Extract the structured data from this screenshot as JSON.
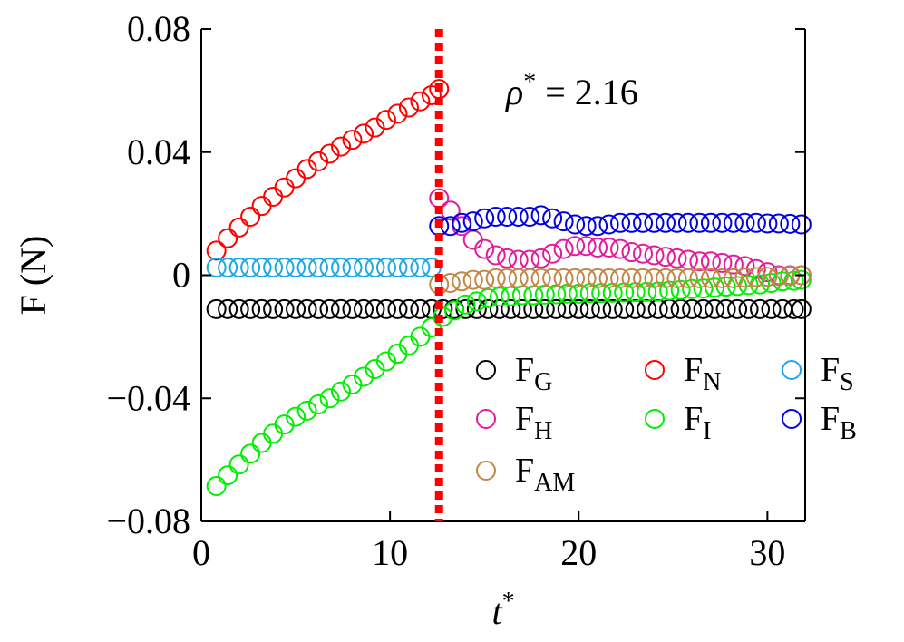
{
  "chart_data": {
    "type": "scatter",
    "xlabel": "t",
    "xlabel_superscript": "*",
    "ylabel": "F (N)",
    "xlim": [
      0,
      32
    ],
    "ylim": [
      -0.08,
      0.08
    ],
    "xticks": [
      0,
      10,
      20,
      30
    ],
    "xtick_labels": [
      "0",
      "10",
      "20",
      "30"
    ],
    "yticks": [
      -0.08,
      -0.04,
      0,
      0.04,
      0.08
    ],
    "ytick_labels": [
      "−0.08",
      "−0.04",
      "0",
      "0.04",
      "0.08"
    ],
    "grid": false,
    "annotation": {
      "symbol": "ρ",
      "superscript": "*",
      "text": " = 2.16"
    },
    "vline": {
      "x": 12.6,
      "color": "#ff0000",
      "style": "dotted"
    },
    "legend_position": "lower-right, inside plot",
    "legend_columns": 3,
    "series": [
      {
        "key": "G",
        "main": "F",
        "sub": "G",
        "color": "#000000",
        "x": [
          0.8,
          1.4,
          2.0,
          2.6,
          3.2,
          3.8,
          4.4,
          5.0,
          5.6,
          6.2,
          6.8,
          7.4,
          8.0,
          8.6,
          9.2,
          9.8,
          10.4,
          11.0,
          11.6,
          12.2,
          12.8,
          13.4,
          14.0,
          14.6,
          15.2,
          15.8,
          16.4,
          17.0,
          17.6,
          18.2,
          18.8,
          19.4,
          20.0,
          20.6,
          21.2,
          21.8,
          22.4,
          23.0,
          23.6,
          24.2,
          24.8,
          25.4,
          26.0,
          26.6,
          27.2,
          27.8,
          28.4,
          29.0,
          29.6,
          30.2,
          30.8,
          31.4,
          31.8
        ],
        "y": [
          -0.011,
          -0.011,
          -0.011,
          -0.011,
          -0.011,
          -0.011,
          -0.011,
          -0.011,
          -0.011,
          -0.011,
          -0.011,
          -0.011,
          -0.011,
          -0.011,
          -0.011,
          -0.011,
          -0.011,
          -0.011,
          -0.011,
          -0.011,
          -0.011,
          -0.011,
          -0.011,
          -0.011,
          -0.011,
          -0.011,
          -0.011,
          -0.011,
          -0.011,
          -0.011,
          -0.011,
          -0.011,
          -0.011,
          -0.011,
          -0.011,
          -0.011,
          -0.011,
          -0.011,
          -0.011,
          -0.011,
          -0.011,
          -0.011,
          -0.011,
          -0.011,
          -0.011,
          -0.011,
          -0.011,
          -0.011,
          -0.011,
          -0.011,
          -0.011,
          -0.011,
          -0.011
        ]
      },
      {
        "key": "N",
        "main": "F",
        "sub": "N",
        "color": "#ff0000",
        "x": [
          0.8,
          1.4,
          2.0,
          2.6,
          3.2,
          3.8,
          4.4,
          5.0,
          5.6,
          6.2,
          6.8,
          7.4,
          8.0,
          8.6,
          9.2,
          9.8,
          10.4,
          11.0,
          11.6,
          12.2,
          12.6
        ],
        "y": [
          0.008,
          0.012,
          0.0155,
          0.019,
          0.0225,
          0.0255,
          0.0285,
          0.0315,
          0.0345,
          0.037,
          0.0395,
          0.0418,
          0.044,
          0.046,
          0.048,
          0.0505,
          0.0525,
          0.0545,
          0.0565,
          0.0585,
          0.0605
        ]
      },
      {
        "key": "S",
        "main": "F",
        "sub": "S",
        "color": "#1ea9e6",
        "x": [
          0.8,
          1.4,
          2.0,
          2.6,
          3.2,
          3.8,
          4.4,
          5.0,
          5.6,
          6.2,
          6.8,
          7.4,
          8.0,
          8.6,
          9.2,
          9.8,
          10.4,
          11.0,
          11.6,
          12.2
        ],
        "y": [
          0.0025,
          0.0025,
          0.0025,
          0.0025,
          0.0025,
          0.0025,
          0.0025,
          0.0025,
          0.0025,
          0.0025,
          0.0025,
          0.0025,
          0.0025,
          0.0025,
          0.0025,
          0.0025,
          0.0025,
          0.0025,
          0.0025,
          0.0025
        ]
      },
      {
        "key": "H",
        "main": "F",
        "sub": "H",
        "color": "#e41a9c",
        "x": [
          12.6,
          13.2,
          13.8,
          14.4,
          15.0,
          15.6,
          16.2,
          16.8,
          17.4,
          18.0,
          18.6,
          19.2,
          19.8,
          20.4,
          21.0,
          21.6,
          22.2,
          22.8,
          23.4,
          24.0,
          24.6,
          25.2,
          25.8,
          26.4,
          27.0,
          27.6,
          28.2,
          28.8,
          29.4,
          30.0,
          30.6,
          31.2,
          31.8
        ],
        "y": [
          0.025,
          0.021,
          0.016,
          0.0115,
          0.0085,
          0.0065,
          0.0055,
          0.005,
          0.005,
          0.0055,
          0.007,
          0.0085,
          0.0095,
          0.0095,
          0.009,
          0.009,
          0.0085,
          0.0075,
          0.007,
          0.0065,
          0.006,
          0.0055,
          0.005,
          0.0045,
          0.0045,
          0.004,
          0.0035,
          0.003,
          0.002,
          0.001,
          0.0,
          0.0,
          0.0
        ]
      },
      {
        "key": "I",
        "main": "F",
        "sub": "I",
        "color": "#00ee00",
        "x": [
          0.8,
          1.4,
          2.0,
          2.6,
          3.2,
          3.8,
          4.4,
          5.0,
          5.6,
          6.2,
          6.8,
          7.4,
          8.0,
          8.6,
          9.2,
          9.8,
          10.4,
          11.0,
          11.6,
          12.2,
          12.8,
          13.4,
          14.0,
          14.6,
          15.2,
          15.8,
          16.4,
          17.0,
          17.6,
          18.2,
          18.8,
          19.4,
          20.0,
          20.6,
          21.2,
          21.8,
          22.4,
          23.0,
          23.6,
          24.2,
          24.8,
          25.4,
          26.0,
          26.6,
          27.2,
          27.8,
          28.4,
          29.0,
          29.6,
          30.2,
          30.8,
          31.4,
          31.8
        ],
        "y": [
          -0.0685,
          -0.065,
          -0.0615,
          -0.058,
          -0.0545,
          -0.0515,
          -0.0485,
          -0.046,
          -0.044,
          -0.042,
          -0.04,
          -0.0378,
          -0.0355,
          -0.033,
          -0.0305,
          -0.028,
          -0.0255,
          -0.0228,
          -0.02,
          -0.017,
          -0.0135,
          -0.0115,
          -0.0095,
          -0.0085,
          -0.0075,
          -0.007,
          -0.0068,
          -0.0065,
          -0.0065,
          -0.0063,
          -0.0062,
          -0.006,
          -0.006,
          -0.0058,
          -0.0058,
          -0.0057,
          -0.0056,
          -0.0055,
          -0.0054,
          -0.0053,
          -0.005,
          -0.0048,
          -0.0045,
          -0.0043,
          -0.004,
          -0.0037,
          -0.0035,
          -0.0032,
          -0.003,
          -0.0025,
          -0.002,
          -0.0018,
          -0.0015
        ]
      },
      {
        "key": "B",
        "main": "F",
        "sub": "B",
        "color": "#0000e0",
        "x": [
          12.6,
          13.2,
          13.8,
          14.4,
          15.0,
          15.6,
          16.2,
          16.8,
          17.4,
          18.0,
          18.6,
          19.2,
          19.8,
          20.4,
          21.0,
          21.6,
          22.2,
          22.8,
          23.4,
          24.0,
          24.6,
          25.2,
          25.8,
          26.4,
          27.0,
          27.6,
          28.2,
          28.8,
          29.4,
          30.0,
          30.6,
          31.2,
          31.8
        ],
        "y": [
          0.016,
          0.016,
          0.017,
          0.0175,
          0.0185,
          0.019,
          0.019,
          0.019,
          0.019,
          0.0195,
          0.0185,
          0.0175,
          0.0165,
          0.016,
          0.016,
          0.0165,
          0.017,
          0.017,
          0.017,
          0.017,
          0.017,
          0.017,
          0.017,
          0.017,
          0.017,
          0.017,
          0.017,
          0.017,
          0.017,
          0.0168,
          0.0168,
          0.0167,
          0.0165
        ]
      },
      {
        "key": "AM",
        "main": "F",
        "sub": "AM",
        "color": "#c08848",
        "x": [
          12.6,
          13.2,
          13.8,
          14.4,
          15.0,
          15.6,
          16.2,
          16.8,
          17.4,
          18.0,
          18.6,
          19.2,
          19.8,
          20.4,
          21.0,
          21.6,
          22.2,
          22.8,
          23.4,
          24.0,
          24.6,
          25.2,
          25.8,
          26.4,
          27.0,
          27.6,
          28.2,
          28.8,
          29.4,
          30.0,
          30.6,
          31.2,
          31.8
        ],
        "y": [
          -0.003,
          -0.0025,
          -0.002,
          -0.0015,
          -0.0015,
          -0.001,
          -0.001,
          -0.001,
          -0.001,
          -0.001,
          -0.001,
          -0.001,
          -0.001,
          -0.001,
          -0.001,
          -0.001,
          -0.001,
          -0.001,
          -0.001,
          -0.001,
          -0.001,
          -0.001,
          -0.001,
          -0.001,
          -0.001,
          -0.001,
          -0.001,
          -0.0008,
          -0.0006,
          -0.0005,
          -0.0003,
          -0.0002,
          0.0
        ]
      }
    ]
  }
}
